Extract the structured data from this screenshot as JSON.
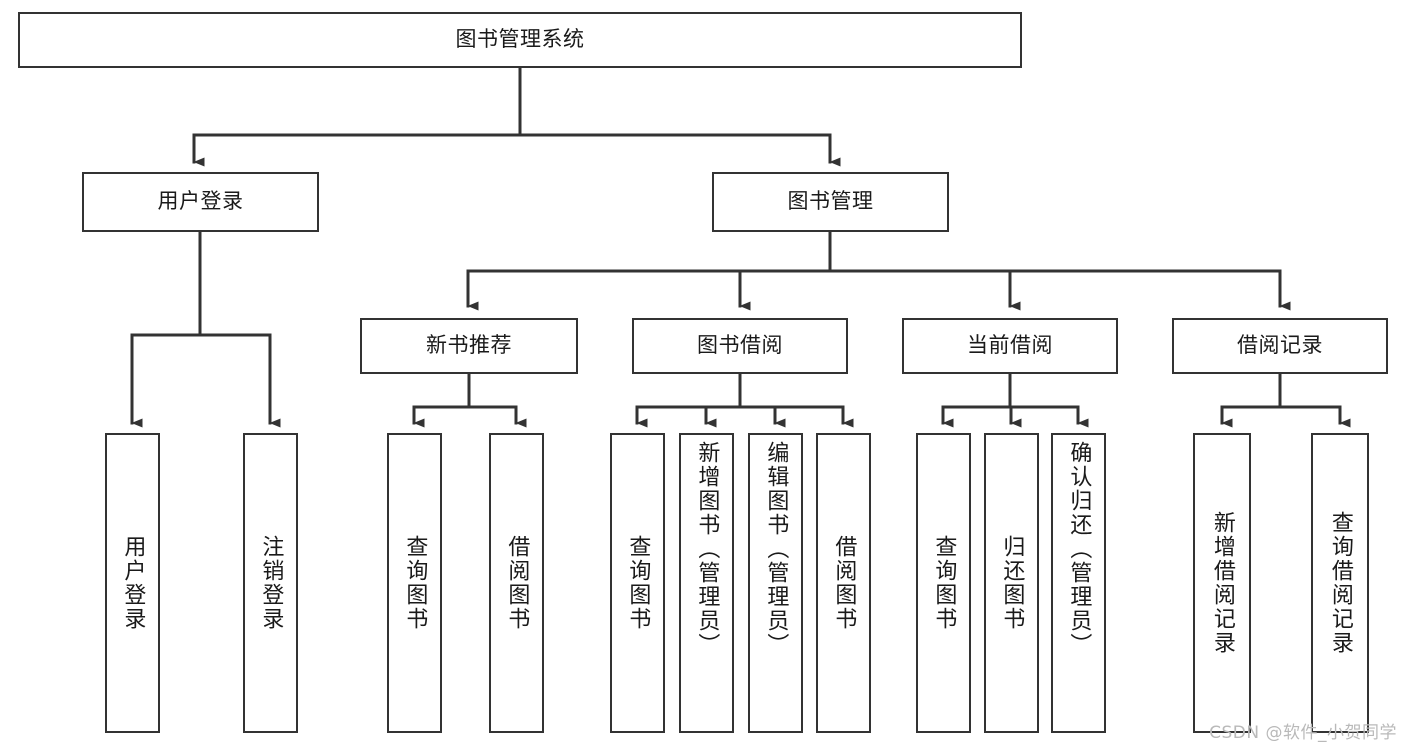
{
  "diagram": {
    "title_node": {
      "label": "图书管理系统"
    },
    "level2": [
      {
        "id": "user-login",
        "label": "用户登录"
      },
      {
        "id": "book-manage",
        "label": "图书管理"
      }
    ],
    "level3": [
      {
        "id": "new-book-recommend",
        "label": "新书推荐"
      },
      {
        "id": "book-borrow",
        "label": "图书借阅"
      },
      {
        "id": "current-borrow",
        "label": "当前借阅"
      },
      {
        "id": "borrow-record",
        "label": "借阅记录"
      }
    ],
    "leaves": {
      "user_login": [
        {
          "id": "leaf-user-login",
          "label": "用户登录"
        },
        {
          "id": "leaf-logout-login",
          "label": "注销登录"
        }
      ],
      "new_book_recommend": [
        {
          "id": "leaf-query-book-1",
          "label": "查询图书"
        },
        {
          "id": "leaf-borrow-book-1",
          "label": "借阅图书"
        }
      ],
      "book_borrow": [
        {
          "id": "leaf-query-book-2",
          "label": "查询图书"
        },
        {
          "id": "leaf-add-book",
          "label": "新增图书（管理员）"
        },
        {
          "id": "leaf-edit-book",
          "label": "编辑图书（管理员）"
        },
        {
          "id": "leaf-borrow-book-2",
          "label": "借阅图书"
        }
      ],
      "current_borrow": [
        {
          "id": "leaf-query-book-3",
          "label": "查询图书"
        },
        {
          "id": "leaf-return-book",
          "label": "归还图书"
        },
        {
          "id": "leaf-confirm-return",
          "label": "确认归还（管理员）"
        }
      ],
      "borrow_record": [
        {
          "id": "leaf-add-record",
          "label": "新增借阅记录"
        },
        {
          "id": "leaf-query-record",
          "label": "查询借阅记录"
        }
      ]
    },
    "watermark": "CSDN @软件_小贺同学",
    "colors": {
      "stroke": "#333333",
      "fill": "#ffffff",
      "text": "#1a1a1a",
      "watermark": "#b9b9b9"
    }
  }
}
